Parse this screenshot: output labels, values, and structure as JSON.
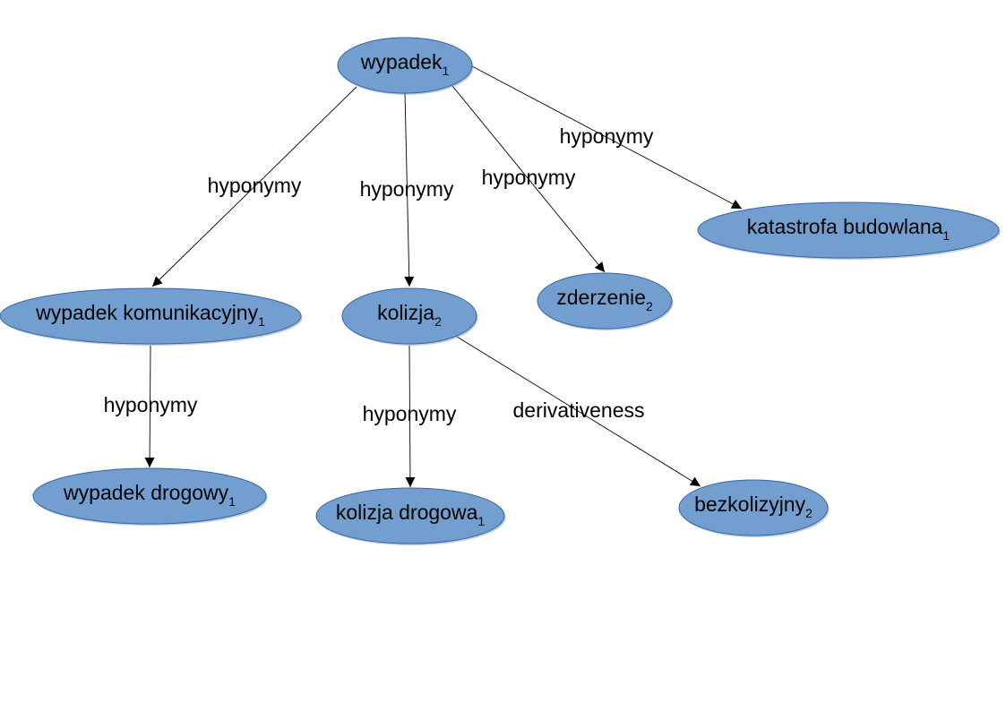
{
  "colors": {
    "node_fill": "#729fcf",
    "node_stroke": "#3465a4",
    "edge": "#000000",
    "background": "#ffffff"
  },
  "nodes": [
    {
      "id": "wypadek",
      "label": "wypadek",
      "sub": "1"
    },
    {
      "id": "wypadek-komunikacyjny",
      "label": "wypadek komunikacyjny",
      "sub": "1"
    },
    {
      "id": "kolizja",
      "label": "kolizja",
      "sub": "2"
    },
    {
      "id": "zderzenie",
      "label": "zderzenie",
      "sub": "2"
    },
    {
      "id": "katastrofa-budowlana",
      "label": "katastrofa budowlana",
      "sub": "1"
    },
    {
      "id": "wypadek-drogowy",
      "label": "wypadek drogowy",
      "sub": "1"
    },
    {
      "id": "kolizja-drogowa",
      "label": "kolizja drogowa",
      "sub": "1"
    },
    {
      "id": "bezkolizyjny",
      "label": "bezkolizyjny",
      "sub": "2"
    }
  ],
  "edges": [
    {
      "from": "wypadek",
      "to": "wypadek-komunikacyjny",
      "label": "hyponymy"
    },
    {
      "from": "wypadek",
      "to": "kolizja",
      "label": "hyponymy"
    },
    {
      "from": "wypadek",
      "to": "zderzenie",
      "label": "hyponymy"
    },
    {
      "from": "wypadek",
      "to": "katastrofa-budowlana",
      "label": "hyponymy"
    },
    {
      "from": "wypadek-komunikacyjny",
      "to": "wypadek-drogowy",
      "label": "hyponymy"
    },
    {
      "from": "kolizja",
      "to": "kolizja-drogowa",
      "label": "hyponymy"
    },
    {
      "from": "kolizja",
      "to": "bezkolizyjny",
      "label": "derivativeness"
    }
  ]
}
